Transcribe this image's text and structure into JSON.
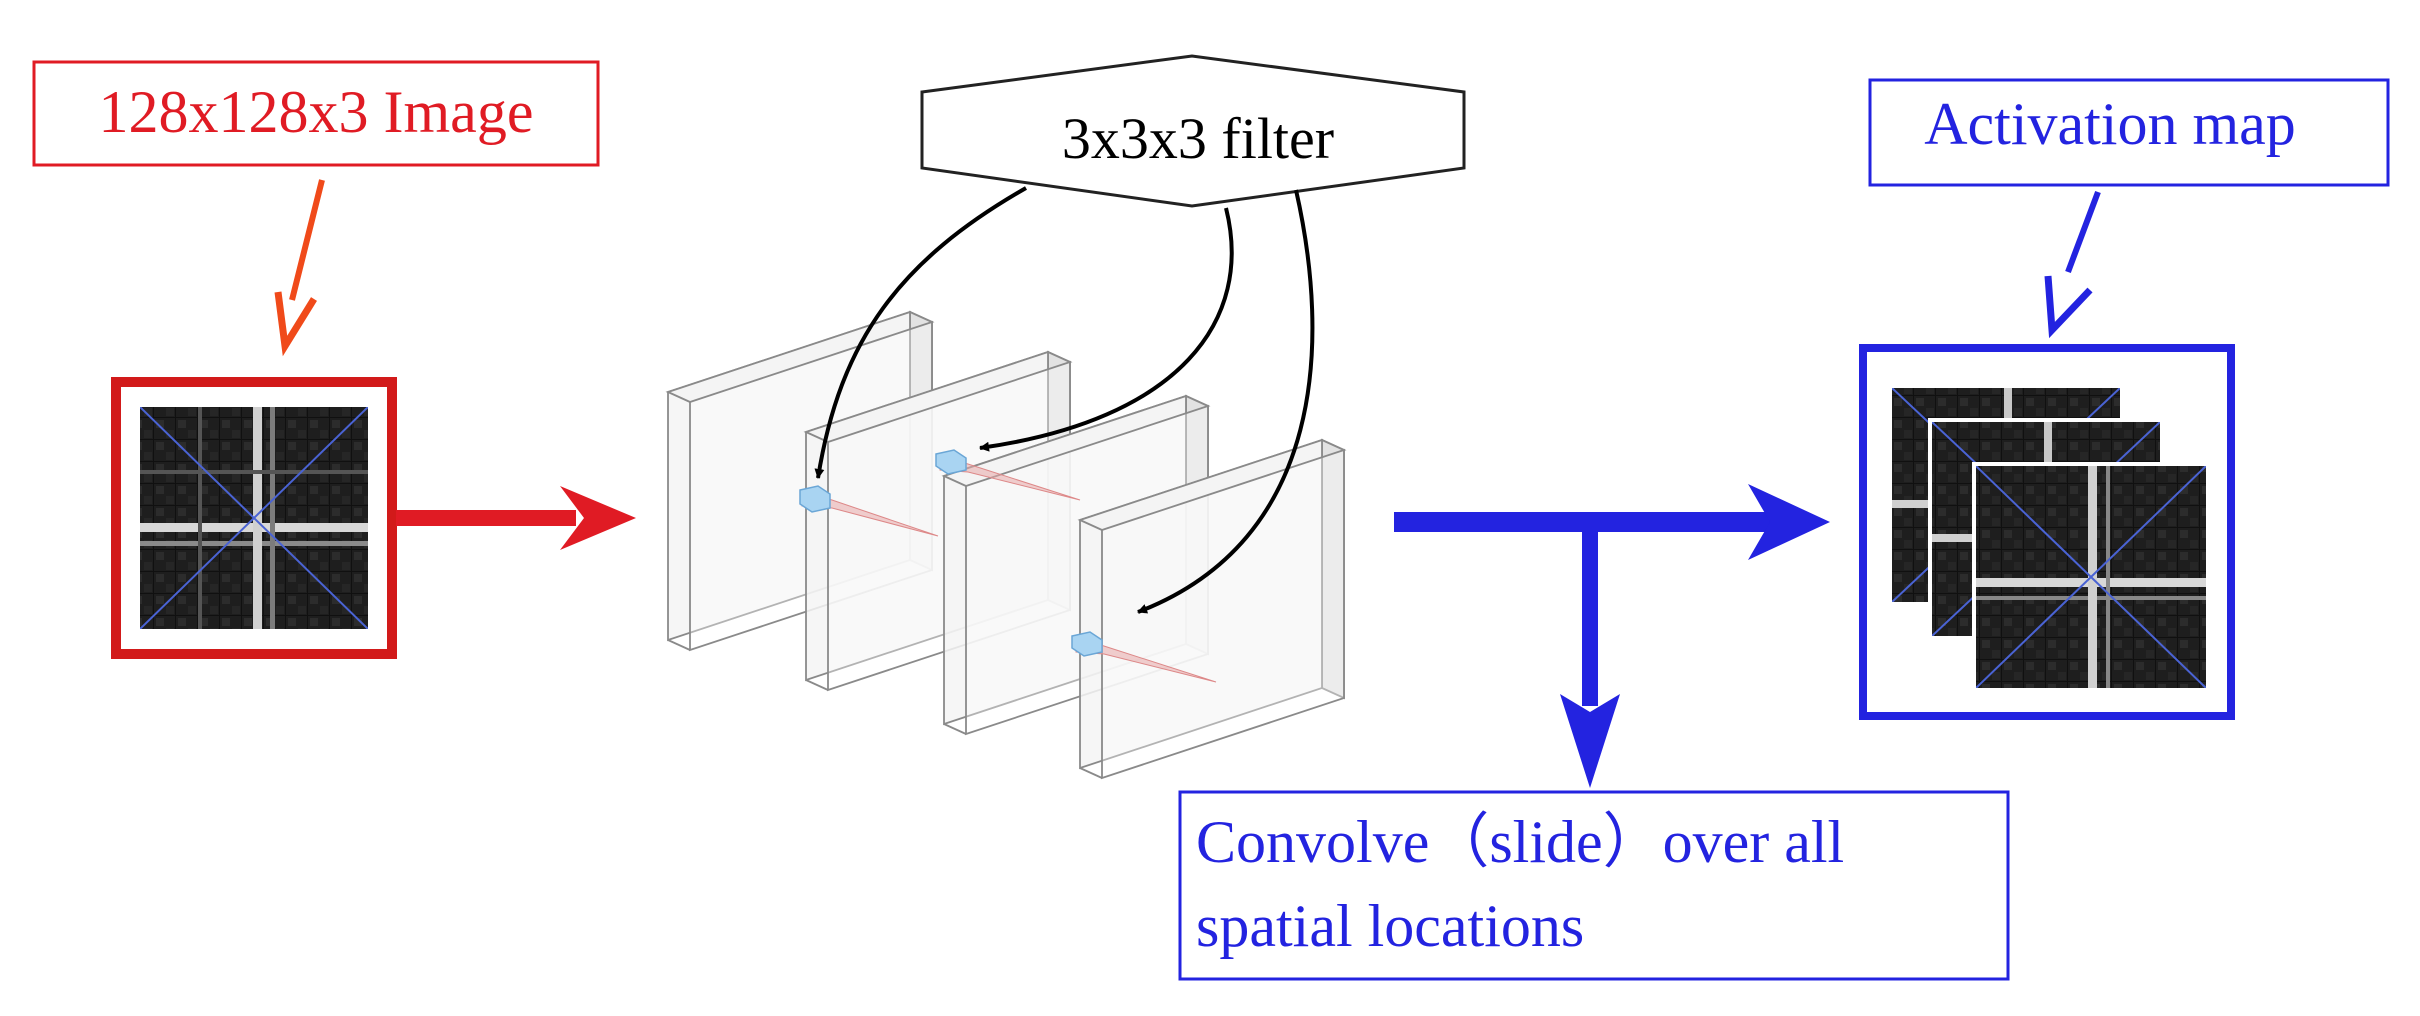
{
  "labels": {
    "input_image": "128x128x3 Image",
    "filter": "3x3x3 filter",
    "activation_map": "Activation map",
    "convolve_line1": "Convolve（slide）over all",
    "convolve_line2": "spatial locations"
  },
  "colors": {
    "input": "#e01b24",
    "input_callout_arrow": "#f04a1a",
    "activation": "#2323e0",
    "filter_arrows": "#000000",
    "filter_patch": "#a9d4f2",
    "cone": "#e8a8a8",
    "slab_edge": "#8a8a8a",
    "image_bg": "#111111"
  },
  "icons": {
    "input_thumbnail": "grayscale-grid-image",
    "activation_stack": "stacked-feature-maps",
    "filter_callout": "hexagon-label"
  }
}
